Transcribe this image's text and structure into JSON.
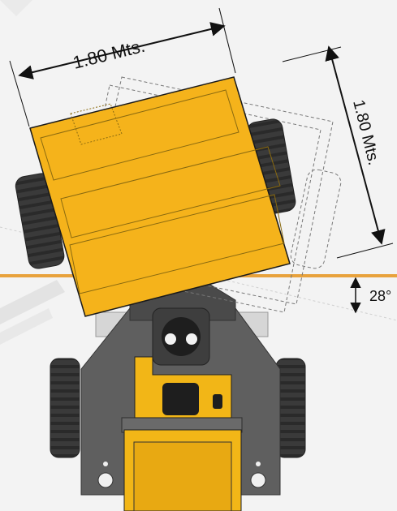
{
  "dimensions": {
    "width_label": "1.80 Mts.",
    "length_label": "1.80 Mts.",
    "angle_label": "28°"
  },
  "colors": {
    "background": "#f3f3f3",
    "dump_body": "#f5b31b",
    "dump_outline": "#1a1a1a",
    "chassis": "#5f5f5f",
    "chassis_dark": "#4a4a4a",
    "tire": "#3a3a3a",
    "guide_line": "#e8a23c",
    "accent_yellow": "#f2b617"
  },
  "diagram": {
    "subject": "tracked-dumper-top-view",
    "dump_rotation_degrees": 28
  }
}
